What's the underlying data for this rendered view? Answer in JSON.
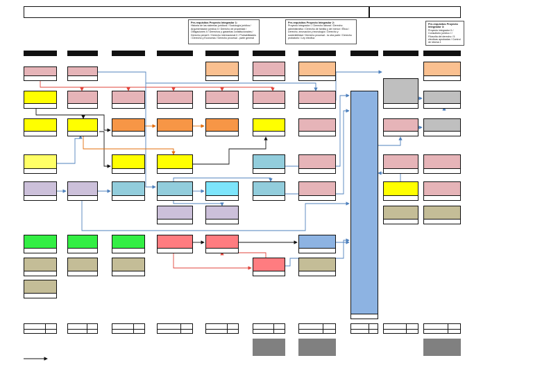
{
  "notes": {
    "n1": {
      "title": "Pre-requisitos Proyecto Integrador 1:",
      "body": "Historia de las sistemas jurídicos / Sociología jurídica / Argumentación jurídica II / Derecho de propiedad / Obligaciones II / Derechos y garantías constitucionales / Derecho penal II / Derecho internacional II / Probabilidades / Derecho y Economía / Derecho procesal - parte general"
    },
    "n2": {
      "title": "Pre-requisitos Proyecto Integrador 2:",
      "body": "Proyecto Integrador I / Derecho laboral / Derecho administrativo / Derecho de familia y del menor / Ética / Derecho, innovación y tecnología / Derecho y sostenibilidad / Derecho procesal - la otra parte / Derecho probatorio / Ley electiva"
    },
    "n3": {
      "title": "Pre-requisitos Proyecto Integrador 3:",
      "body": "Proyecto integrador II / Consultorio jurídico I / Filosofía del derecho / 5 electivas aprobadas / Control de idioma 1"
    }
  },
  "colors": {
    "pink": "#e6b4b8",
    "yellow": "#ffff00",
    "lightYellow": "#ffff66",
    "orange": "#f79646",
    "peach": "#fac090",
    "lavender": "#ccc0da",
    "teal": "#92cddc",
    "cyan": "#7de5fb",
    "green": "#33ee44",
    "tan": "#c4bd97",
    "salmon": "#ff7c80",
    "blue": "#8db3e2",
    "gray": "#bfbfbf",
    "darkGray": "#808080",
    "arrowBlue": "#4f81bd",
    "arrowRed": "#e0433a",
    "arrowOrange": "#e36c09",
    "arrowBlack": "#111111"
  }
}
